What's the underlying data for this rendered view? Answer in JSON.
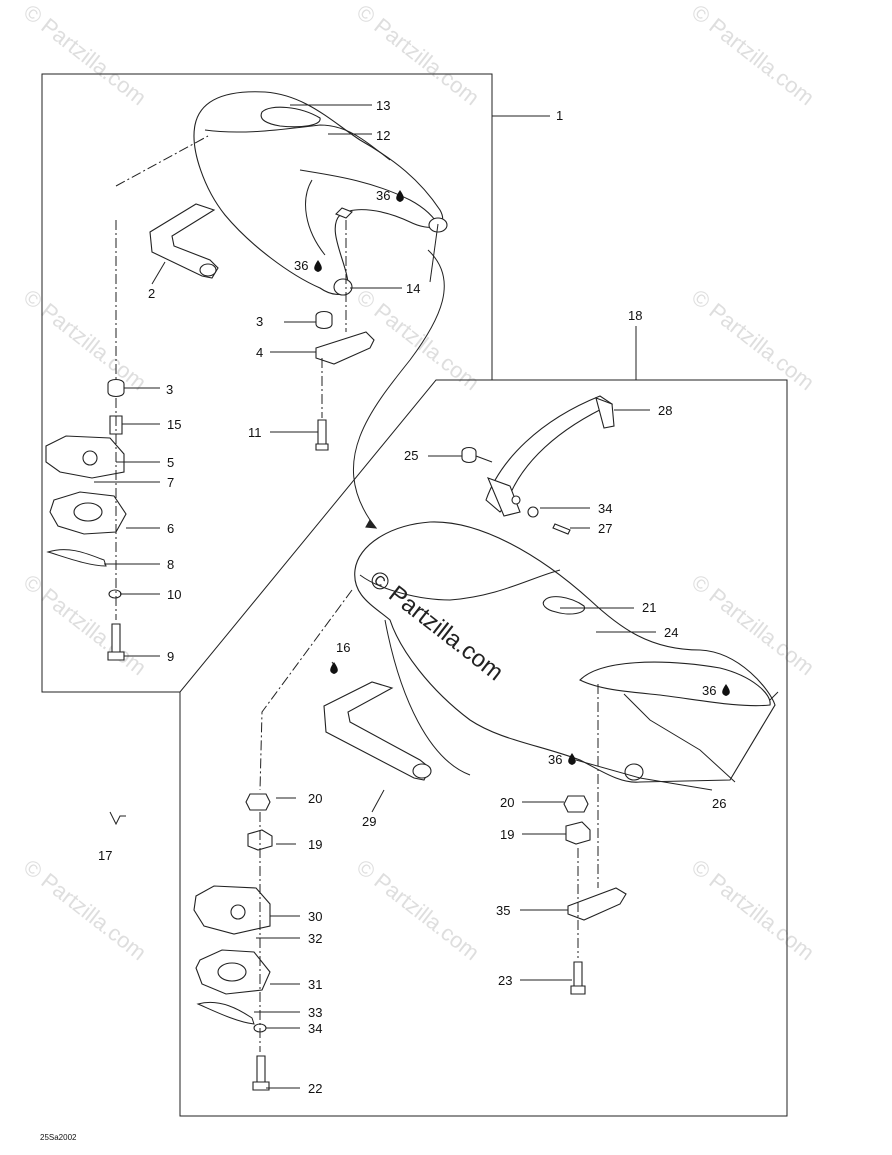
{
  "watermark": "© Partzilla.com",
  "drawing_code": "25Sa2002",
  "callouts": {
    "c1": "1",
    "c2": "2",
    "c3a": "3",
    "c3b": "3",
    "c4": "4",
    "c5": "5",
    "c6": "6",
    "c7": "7",
    "c8": "8",
    "c9": "9",
    "c10": "10",
    "c11": "11",
    "c12": "12",
    "c13": "13",
    "c14": "14",
    "c15": "15",
    "c16": "16",
    "c17": "17",
    "c18": "18",
    "c19a": "19",
    "c19b": "19",
    "c20a": "20",
    "c20b": "20",
    "c21": "21",
    "c22": "22",
    "c23": "23",
    "c24": "24",
    "c25": "25",
    "c26": "26",
    "c27": "27",
    "c28": "28",
    "c29": "29",
    "c30": "30",
    "c31": "31",
    "c32": "32",
    "c33": "33",
    "c34a": "34",
    "c34b": "34",
    "c35": "35",
    "c36a": "36",
    "c36b": "36",
    "c36c": "36",
    "c36d": "36"
  },
  "drop_icon": "adhesive-drop-icon"
}
